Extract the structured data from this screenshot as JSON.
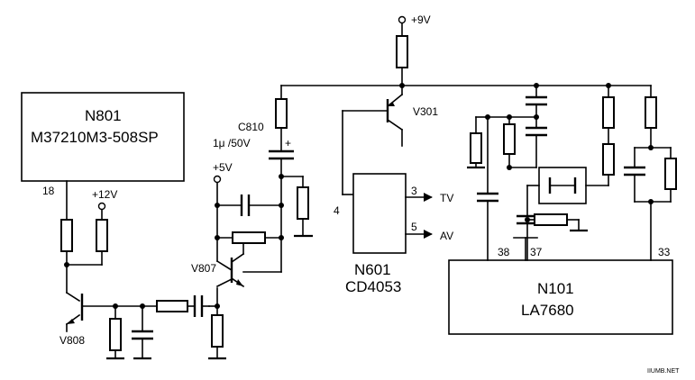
{
  "supplies": {
    "v9": "+9V",
    "v12": "+12V",
    "v5": "+5V"
  },
  "ics": {
    "n801": {
      "ref": "N801",
      "part": "M37210M3-508SP",
      "pin": "18"
    },
    "n601": {
      "ref": "N601",
      "part": "CD4053",
      "pin_left": "4",
      "pin_tv": "3",
      "pin_av": "5",
      "label_tv": "TV",
      "label_av": "AV"
    },
    "n101": {
      "ref": "N101",
      "part": "LA7680",
      "pin_38": "38",
      "pin_37": "37",
      "pin_33": "33"
    }
  },
  "transistors": {
    "v301": "V301",
    "v807": "V807",
    "v808": "V808"
  },
  "capacitor_c810": {
    "ref": "C810",
    "value": "1μ /50V"
  },
  "watermark": "IIUMB.NET"
}
